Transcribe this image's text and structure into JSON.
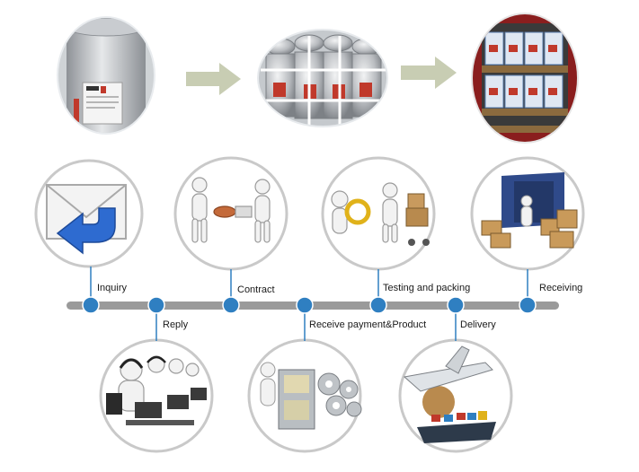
{
  "timeline": {
    "steps": [
      {
        "label": "Inquiry"
      },
      {
        "label": "Reply"
      },
      {
        "label": "Contract"
      },
      {
        "label": "Receive payment&Product"
      },
      {
        "label": "Testing and packing"
      },
      {
        "label": "Delivery"
      },
      {
        "label": "Receiving"
      }
    ]
  },
  "colors": {
    "timeline_bar": "#9a9a9a",
    "node": "#2f7fc1",
    "connector": "#2f7fc1",
    "arrow": "#c8cdb3",
    "circle_border": "#c9c9c9"
  },
  "icons": {
    "top_row": [
      "paint-bucket-photo",
      "wrapped-buckets-photo",
      "container-loaded-photo"
    ],
    "steps": [
      "envelope-reply-icon",
      "call-center-icon",
      "handshake-icon",
      "payment-machine-icon",
      "magnifier-inspection-icon",
      "plane-ship-delivery-icon",
      "container-boxes-icon"
    ]
  }
}
